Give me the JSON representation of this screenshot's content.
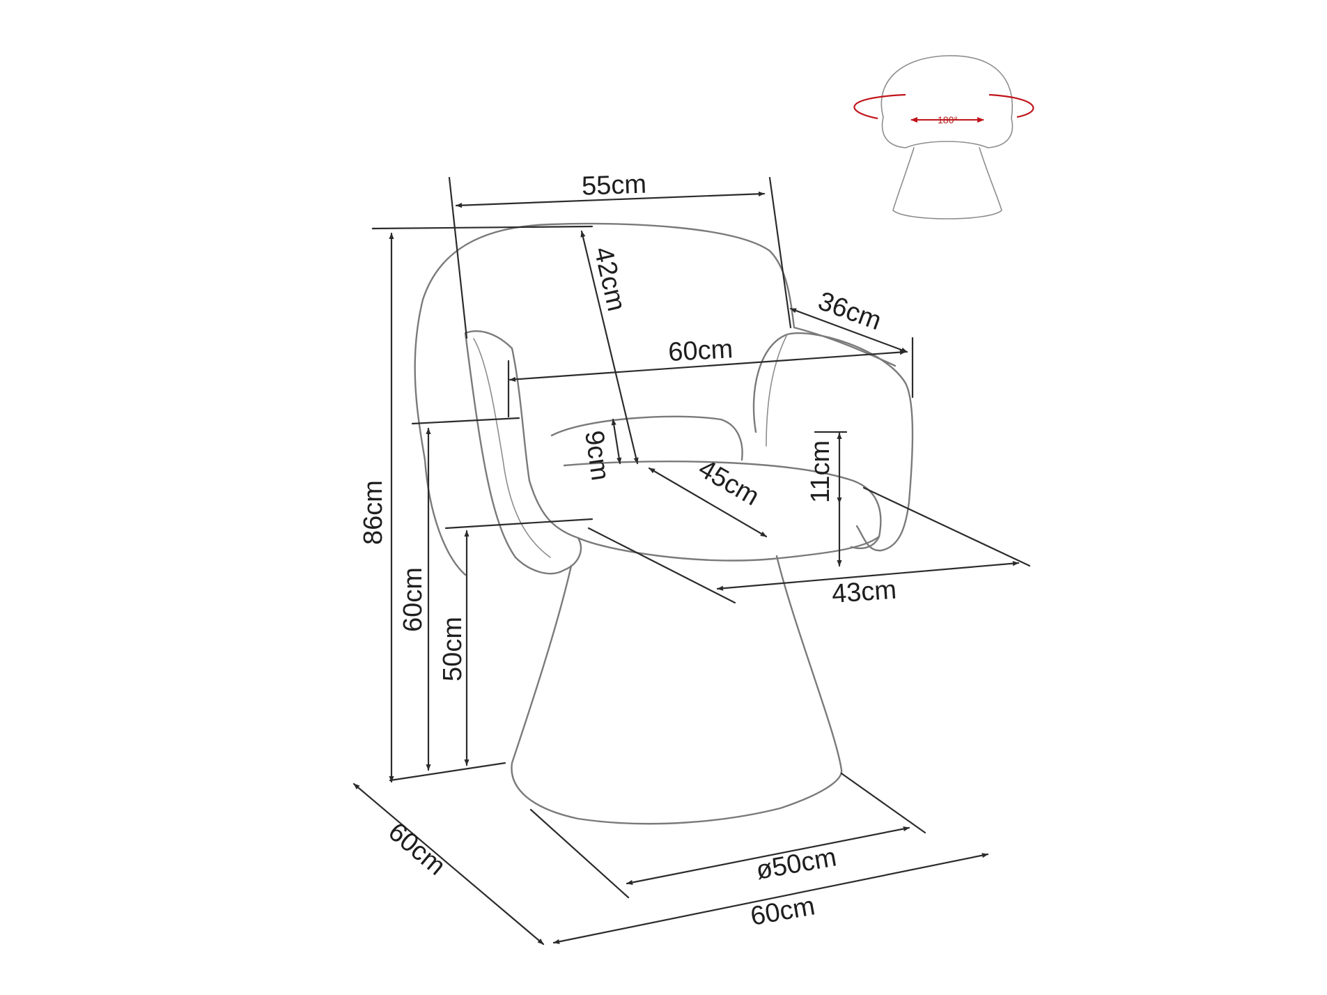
{
  "diagram": {
    "labels": {
      "width_top": "55cm",
      "backrest_height": "42cm",
      "arm_depth": "36cm",
      "width_arms": "60cm",
      "total_height": "86cm",
      "arm_height": "60cm",
      "seat_height": "50cm",
      "seat_thickness": "9cm",
      "seat_depth_inner": "45cm",
      "arm_above_seat": "11cm",
      "seat_depth": "43cm",
      "base_diameter": "ø50cm",
      "footprint_width": "60cm",
      "footprint_depth": "60cm"
    },
    "rotation_badge": "180°",
    "colors": {
      "outline": "#7a7a7a",
      "dimension_line": "#2b2b2b",
      "rotation_arrow": "#c0141a"
    }
  }
}
